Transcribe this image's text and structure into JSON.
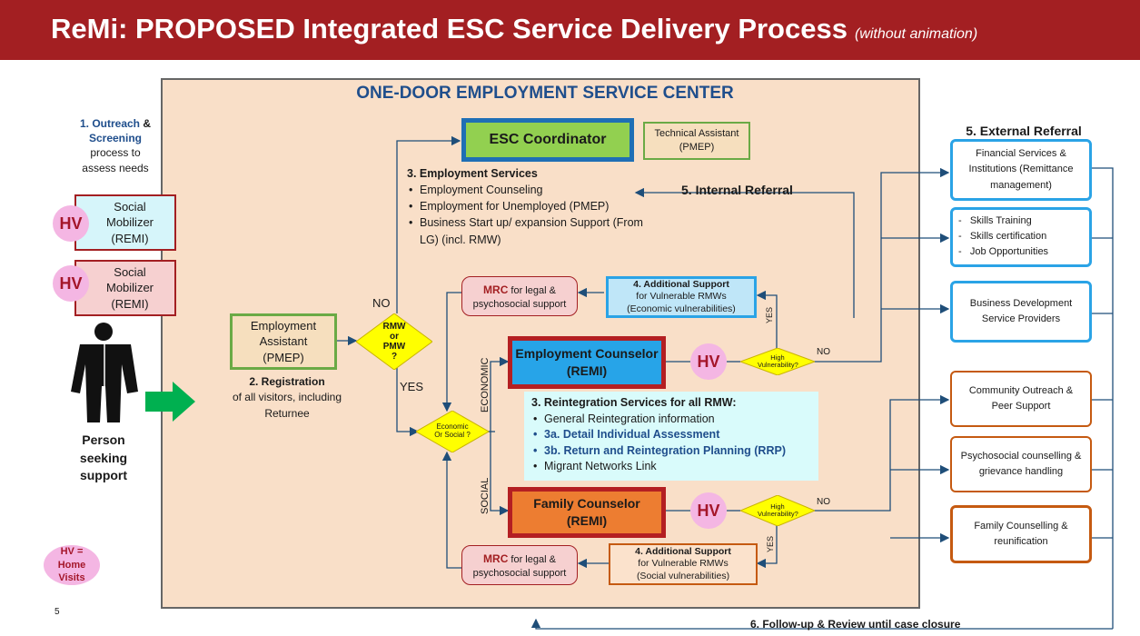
{
  "title": {
    "main": "ReMi: PROPOSED Integrated ESC Service Delivery Process",
    "note": "(without animation)"
  },
  "esc_center": {
    "title": "ONE-DOOR EMPLOYMENT SERVICE CENTER"
  },
  "outreach": {
    "num": "1. Outreach",
    "amp": " &",
    "line2": "Screening",
    "line3": "process to",
    "line4": "assess needs"
  },
  "mobilizer1": {
    "label": "Social Mobilizer (REMI)",
    "hv": "HV"
  },
  "mobilizer2": {
    "label": "Social Mobilizer (REMI)",
    "hv": "HV"
  },
  "person": {
    "label": "Person seeking support"
  },
  "legend": {
    "text": "HV = Home Visits"
  },
  "page_number": "5",
  "employment_assistant": {
    "label": "Employment Assistant (PMEP)"
  },
  "registration": {
    "num": "2.",
    "title": " Registration",
    "desc": "of all visitors, including Returnee"
  },
  "diamond_rmw": {
    "text": "RMW or PMW ?",
    "no": "NO",
    "yes": "YES"
  },
  "diamond_econ": {
    "text": "Economic Or Social ?"
  },
  "coordinator": {
    "label": "ESC Coordinator"
  },
  "tech_assistant": {
    "label": "Technical Assistant (PMEP)"
  },
  "employment_services": {
    "title": "3. Employment Services",
    "items": [
      "Employment Counseling",
      "Employment for Unemployed (PMEP)",
      "Business Start up/ expansion Support (From LG) (incl. RMW)"
    ]
  },
  "internal_referral": "5. Internal Referral",
  "mrc_top": {
    "bold": "MRC",
    "rest": " for legal & psychosocial support"
  },
  "mrc_bottom": {
    "bold": "MRC",
    "rest": " for legal & psychosocial support"
  },
  "support_econ": {
    "title": "4. Additional Support",
    "line2": "for Vulnerable RMWs",
    "line3": "(Economic vulnerabilities)"
  },
  "support_social": {
    "title": "4. Additional Support",
    "line2": "for Vulnerable RMWs",
    "line3": "(Social vulnerabilities)"
  },
  "employment_counselor": {
    "title": "Employment Counselor",
    "sub": "(REMI)",
    "hv": "HV"
  },
  "family_counselor": {
    "title": "Family Counselor",
    "sub": "(REMI)",
    "hv": "HV"
  },
  "high_vuln_top": {
    "text": "High Vulnerability?",
    "yes": "YES",
    "no": "NO"
  },
  "high_vuln_bottom": {
    "text": "High Vulnerability?",
    "yes": "YES",
    "no": "NO"
  },
  "branch_labels": {
    "economic": "ECONOMIC",
    "social": "SOCIAL"
  },
  "reintegration": {
    "title": "3. Reintegration Services for all RMW:",
    "items": [
      "General Reintegration information",
      "3a. Detail Individual Assessment",
      "3b. Return and Reintegration Planning (RRP)",
      "Migrant Networks Link"
    ]
  },
  "external_referral": {
    "title": "5. External Referral",
    "financial": "Financial Services & Institutions (Remittance management)",
    "skills": [
      "Skills Training",
      "Skills certification",
      "Job Opportunities"
    ],
    "bds": "Business Development Service Providers",
    "community": "Community Outreach & Peer Support",
    "psychosocial": "Psychosocial counselling & grievance handling",
    "family": "Family Counselling & reunification"
  },
  "followup": "6. Follow-up & Review until case closure",
  "colors": {
    "title_bg": "#a31f22",
    "panel_bg": "#f9dfc8",
    "accent_blue": "#1f4e8c",
    "hv_pink": "#f4b6e3",
    "diamond_yellow": "#ffff00",
    "coordinator_green": "#92d050",
    "family_orange": "#ed7d31"
  }
}
